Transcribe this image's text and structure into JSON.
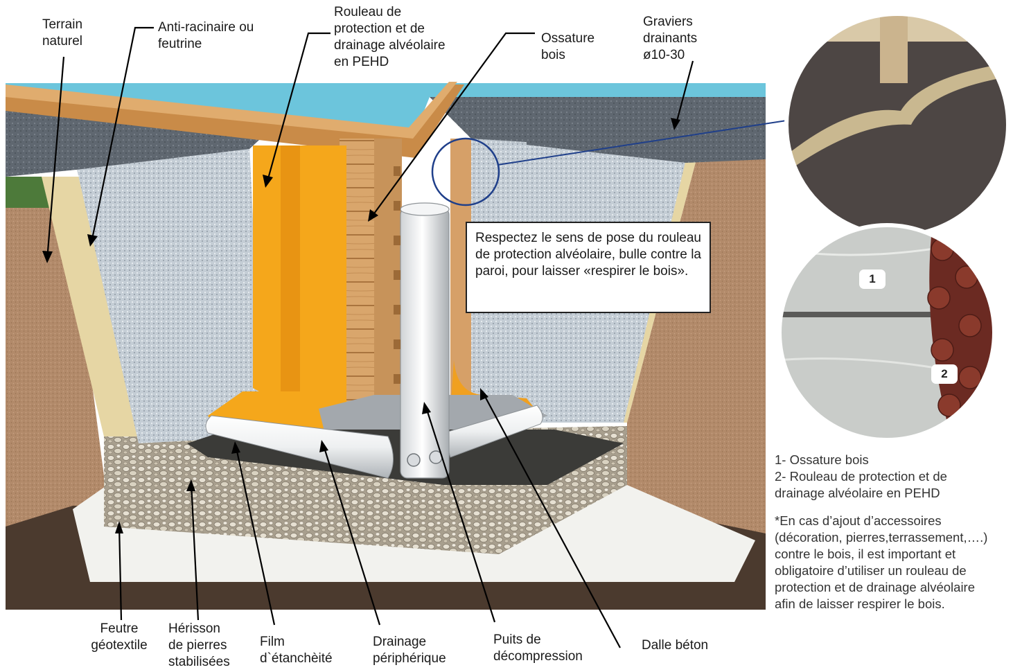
{
  "labels": {
    "terrain_naturel": [
      "Terrain",
      "naturel"
    ],
    "anti_racinaire": [
      "Anti-racinaire ou",
      "feutrine"
    ],
    "rouleau_protection": [
      "Rouleau de",
      "protection et de",
      "drainage alvéolaire",
      "en PEHD"
    ],
    "ossature_bois": [
      "Ossature",
      "bois"
    ],
    "graviers_drainants": [
      "Graviers",
      "drainants",
      "ø10-30"
    ],
    "feutre_geotextile": [
      "Feutre",
      "géotextile"
    ],
    "herisson": [
      "Hérisson",
      "de pierres",
      "stabilisées"
    ],
    "film_etancheite": [
      "Film",
      "d`étanchèité"
    ],
    "drainage_peripherique": [
      "Drainage",
      "périphérique"
    ],
    "puits_decompression": [
      "Puits de",
      "décompression"
    ],
    "dalle_beton": [
      "Dalle béton"
    ]
  },
  "callout": "Respectez le sens de pose du rouleau de protection alvéolaire, bulle contre la paroi, pour laisser «respirer le bois».",
  "detail_badges": [
    "1",
    "2"
  ],
  "legend_notes": [
    "1- Ossature bois",
    "2- Rouleau de protection et de",
    "drainage alvéolaire en PEHD"
  ],
  "footnote": [
    "*En cas d’ajout d’accessoires",
    "(décoration, pierres,terrassement,….)",
    "contre le bois, il est important et",
    "obligatoire d’utiliser un rouleau de",
    "protection et de drainage alvéolaire",
    "afin de laisser respirer le bois."
  ],
  "colors": {
    "pool_water": "#6cc4dc",
    "wood": "#d6a46a",
    "gravel_dark": "#5e6670",
    "gravel_light": "#c3ccd4",
    "soil": "#b08868",
    "membrane_orange": "#f4a81c",
    "felt_tan": "#e8d9a8",
    "concrete": "#9aa0a6",
    "dark_base": "#4a3a30"
  }
}
